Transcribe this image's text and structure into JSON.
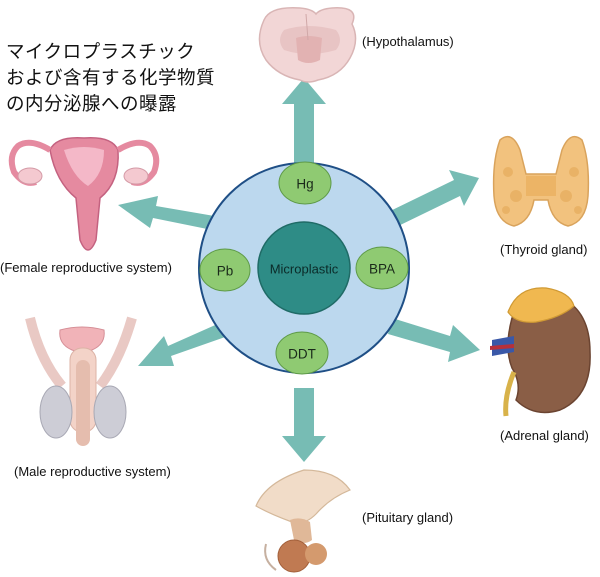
{
  "title_lines": [
    "マイクロプラスチック",
    "および含有する化学物質",
    "の内分泌腺への曝露"
  ],
  "center": {
    "label": "Microplastic"
  },
  "chemicals": [
    {
      "id": "hg",
      "label": "Hg"
    },
    {
      "id": "pb",
      "label": "Pb"
    },
    {
      "id": "bpa",
      "label": "BPA"
    },
    {
      "id": "ddt",
      "label": "DDT"
    }
  ],
  "organs": {
    "hypothalamus": "(Hypothalamus)",
    "thyroid": "(Thyroid gland)",
    "adrenal": "(Adrenal gland)",
    "pituitary": "(Pituitary gland)",
    "male": "(Male reproductive system)",
    "female": "(Female reproductive system)"
  },
  "colors": {
    "circle_fill": "#bcd8ee",
    "circle_stroke": "#1f4f86",
    "node_fill": "#8fca72",
    "center_fill": "#2e8c86",
    "arrow": "#77bcb4"
  }
}
